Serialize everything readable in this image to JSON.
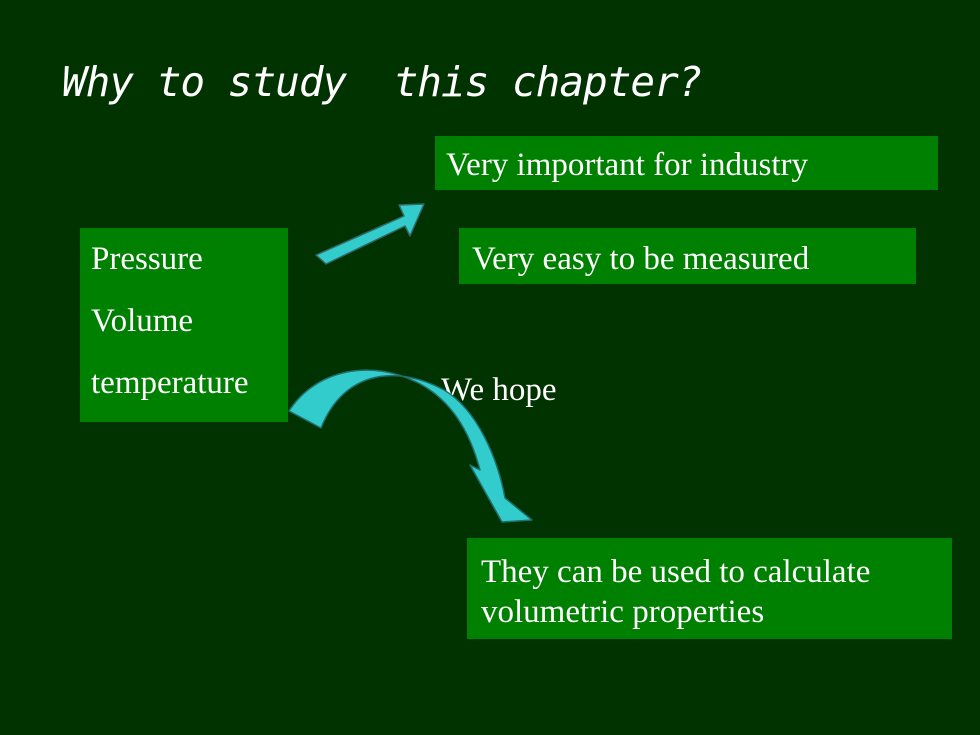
{
  "slide": {
    "title": "Why to study  this chapter?",
    "quantities": [
      "Pressure",
      "Volume",
      "temperature"
    ],
    "benefit_1": "Very important for industry",
    "benefit_2": "Very easy to be measured",
    "connector_label": "We hope",
    "hope_lines": [
      "They can be used to calculate",
      "volumetric properties"
    ]
  },
  "colors": {
    "background": "#003300",
    "box_fill": "#008000",
    "arrow_fill": "#33CCCC",
    "text": "#FFFFFF"
  },
  "icons": {
    "straight_arrow": "block-arrow-right-up",
    "curved_arrow": "curved-arrow-down"
  }
}
